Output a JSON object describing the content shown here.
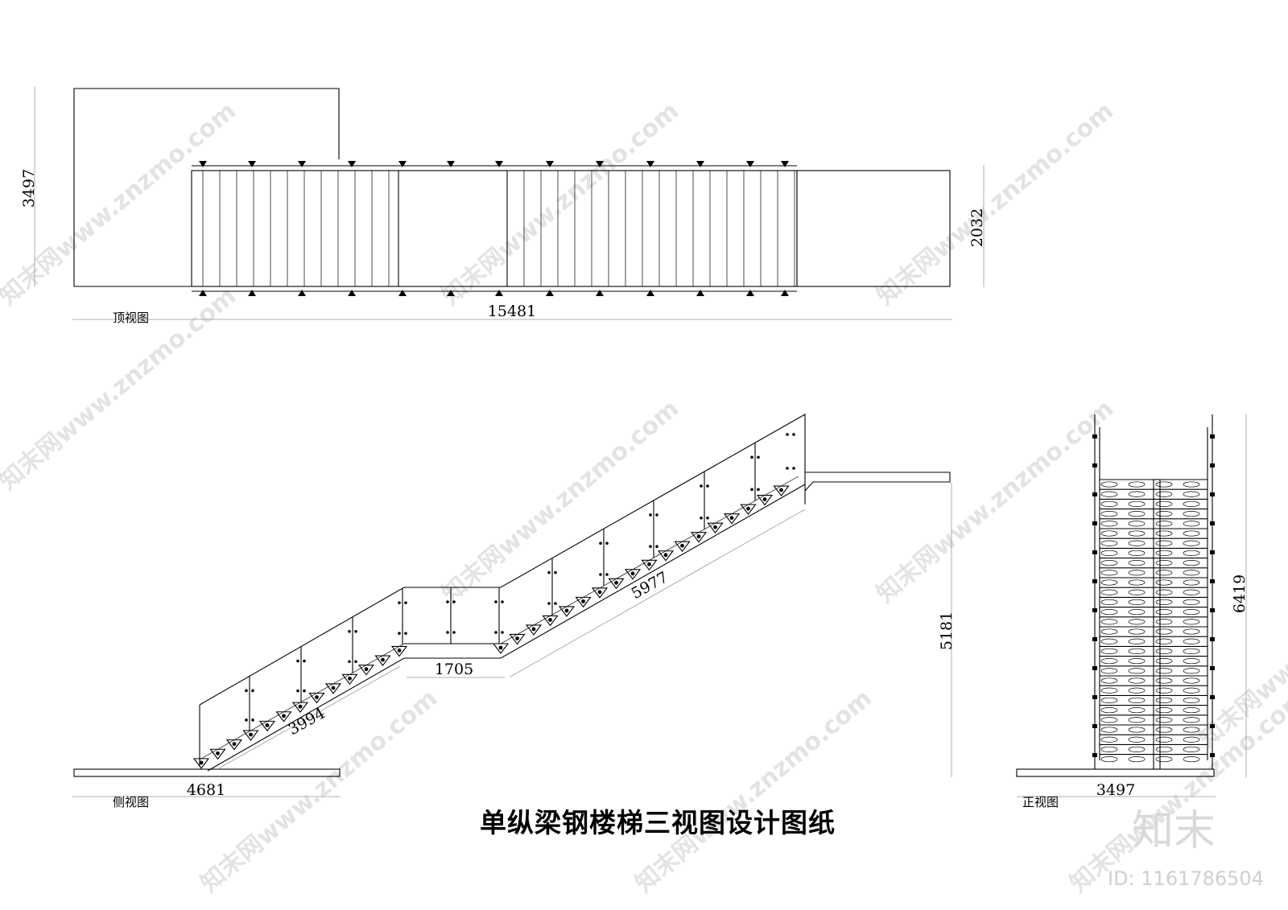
{
  "title": "单纵梁钢楼梯三视图设计图纸",
  "views": {
    "top": {
      "label": "顶视图",
      "dim_width": "15481",
      "dim_left_height": "3497",
      "dim_right_height": "2032"
    },
    "side": {
      "label": "侧视图",
      "dim_base": "4681",
      "dim_flight1": "3994",
      "dim_landing": "1705",
      "dim_flight2": "5977",
      "dim_height": "5181"
    },
    "front": {
      "label": "正视图",
      "dim_width": "3497",
      "dim_height": "6419"
    }
  },
  "watermark": {
    "text": "知末网www.znzmo.com",
    "brand": "知末",
    "image_id": "ID: 1161786504"
  },
  "colors": {
    "line": "#000000",
    "watermark": "#e3e3e3",
    "dimension_line": "#999999"
  }
}
